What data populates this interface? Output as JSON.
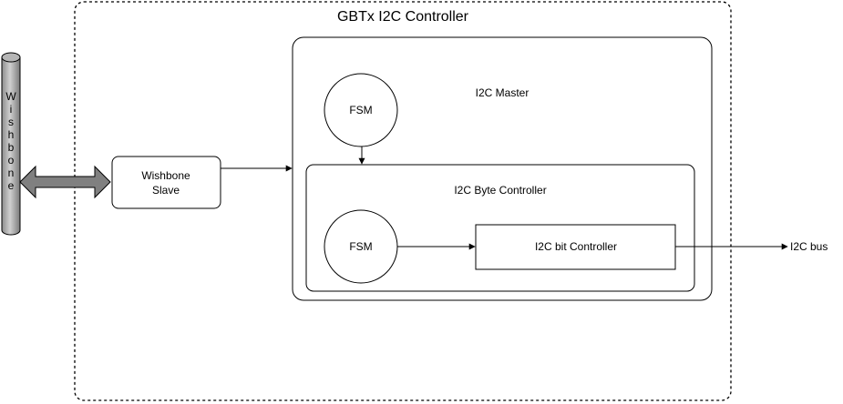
{
  "diagram": {
    "title": "GBTx I2C Controller",
    "wishbone_bus": {
      "label": "Wishbone",
      "letters": [
        "W",
        "i",
        "s",
        "h",
        "b",
        "o",
        "n",
        "e"
      ]
    },
    "wishbone_slave": {
      "line1": "Wishbone",
      "line2": "Slave"
    },
    "i2c_master": {
      "label": "I2C Master",
      "fsm_label": "FSM"
    },
    "byte_controller": {
      "label": "I2C Byte Controller",
      "fsm_label": "FSM"
    },
    "bit_controller": {
      "label": "I2C bit Controller"
    },
    "output": {
      "label": "I2C bus"
    }
  }
}
